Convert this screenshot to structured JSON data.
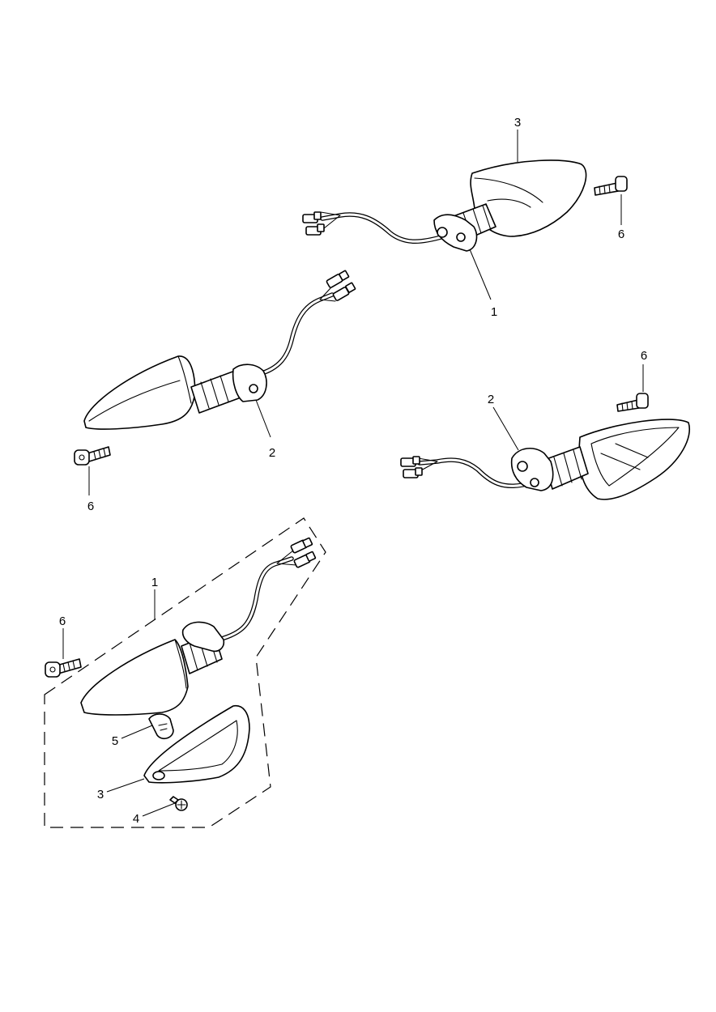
{
  "callouts": {
    "a_top_3": "3",
    "a_top_6": "6",
    "a_top_1": "1",
    "b_left_2": "2",
    "b_left_6": "6",
    "c_right_6": "6",
    "c_right_2": "2",
    "d_kit_1": "1",
    "d_kit_6": "6",
    "d_kit_5": "5",
    "d_kit_3": "3",
    "d_kit_4": "4"
  }
}
